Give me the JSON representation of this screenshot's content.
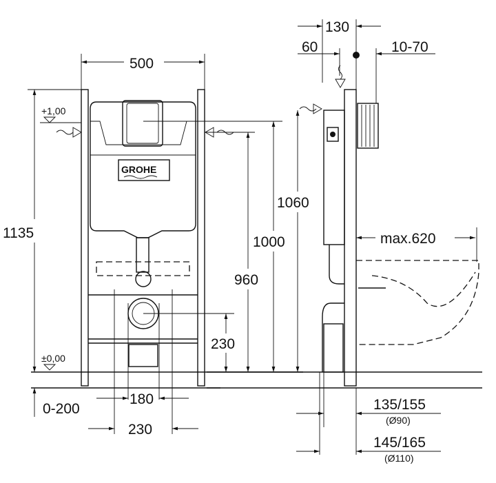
{
  "brand": "GROHE",
  "front_view": {
    "width_label": "500",
    "height_label": "1135",
    "level_top": "+1,00",
    "level_floor": "±0,00",
    "floor_adjust": "0-200",
    "inlet_spacing": "180",
    "bolt_spacing": "230",
    "outlet_height": "230",
    "h960": "960",
    "h1000": "1000",
    "h1060": "1060"
  },
  "side_view": {
    "depth_total": "130",
    "inlet_offset": "60",
    "wall_range": "10-70",
    "max_projection": "max.620",
    "d90_range": "135/155",
    "d90_label": "(Ø90)",
    "d110_range": "145/165",
    "d110_label": "(Ø110)"
  }
}
